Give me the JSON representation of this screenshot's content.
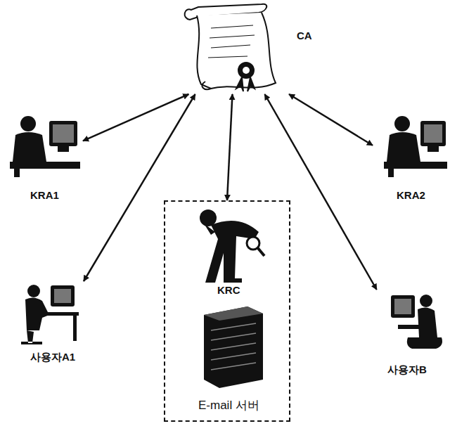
{
  "diagram": {
    "nodes": [
      {
        "text": [
          "CA"
        ]
      },
      {
        "text": [
          "KRA1"
        ]
      },
      {
        "text": [
          "KRA2"
        ]
      },
      {
        "text": [
          "사용자A1"
        ]
      },
      {
        "text": []
      },
      {
        "text": [
          "KRC"
        ],
        "in": 4
      },
      {
        "text": [
          "E-mail 서버"
        ],
        "in": 4
      },
      {
        "text": [
          "사용자B"
        ]
      }
    ],
    "edges": [
      {
        "from": 0,
        "to": 1,
        "arrow": "both"
      },
      {
        "from": 0,
        "to": 3,
        "arrow": "both"
      },
      {
        "from": 0,
        "to": 4,
        "arrow": "both"
      },
      {
        "from": 0,
        "to": 7,
        "arrow": "both"
      },
      {
        "from": 0,
        "to": 2,
        "arrow": "both"
      }
    ]
  }
}
